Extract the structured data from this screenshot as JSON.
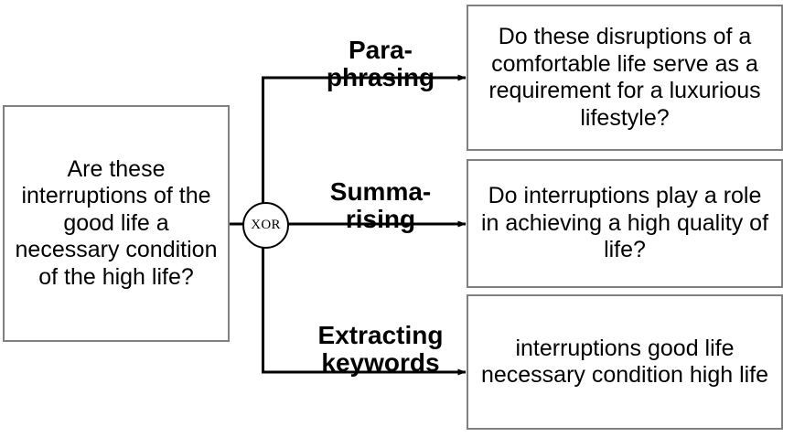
{
  "diagram": {
    "title": "XOR branching of question reformulation strategies",
    "colors": {
      "box_border": "#808080",
      "connector": "#000000",
      "gate_border": "#000000",
      "background": "#ffffff",
      "text": "#000000"
    },
    "source": {
      "name": "source-question",
      "text": "Are these interruptions of the good life a necessary condition of the high life?"
    },
    "gate": {
      "name": "xor-gate",
      "label": "XOR"
    },
    "branches": [
      {
        "label_line_1": "Para-",
        "label_line_2": "phrasing",
        "target_text": "Do these disruptions of a comfortable life serve as a requirement for a luxurious lifestyle?"
      },
      {
        "label_line_1": "Summa-",
        "label_line_2": "rising",
        "target_text": "Do interruptions play a role in achieving a high quality of life?"
      },
      {
        "label_line_1": "Extracting",
        "label_line_2": "keywords",
        "target_text": "interruptions good life necessary condition high life"
      }
    ]
  }
}
